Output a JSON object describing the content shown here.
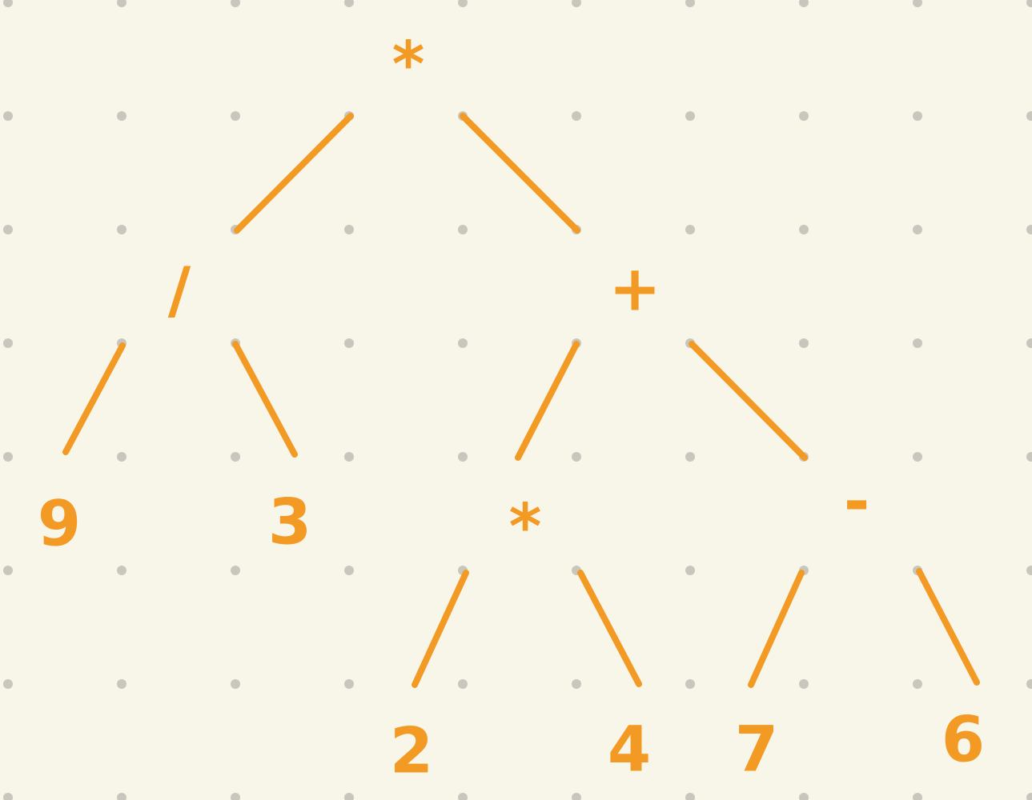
{
  "colors": {
    "background": "#f8f5e9",
    "ink": "#f29a24",
    "grid_dot": "#c9c7bd"
  },
  "tree": {
    "nodes": [
      {
        "id": "root",
        "label": "*",
        "children": [
          "div",
          "plus"
        ]
      },
      {
        "id": "div",
        "label": "/",
        "children": [
          "n9",
          "n3"
        ]
      },
      {
        "id": "plus",
        "label": "+",
        "children": [
          "mul",
          "minus"
        ]
      },
      {
        "id": "n9",
        "label": "9",
        "children": []
      },
      {
        "id": "n3",
        "label": "3",
        "children": []
      },
      {
        "id": "mul",
        "label": "*",
        "children": [
          "n2",
          "n4"
        ]
      },
      {
        "id": "minus",
        "label": "-",
        "children": [
          "n7",
          "n6"
        ]
      },
      {
        "id": "n2",
        "label": "2",
        "children": []
      },
      {
        "id": "n4",
        "label": "4",
        "children": []
      },
      {
        "id": "n7",
        "label": "7",
        "children": []
      },
      {
        "id": "n6",
        "label": "6",
        "children": []
      }
    ]
  }
}
